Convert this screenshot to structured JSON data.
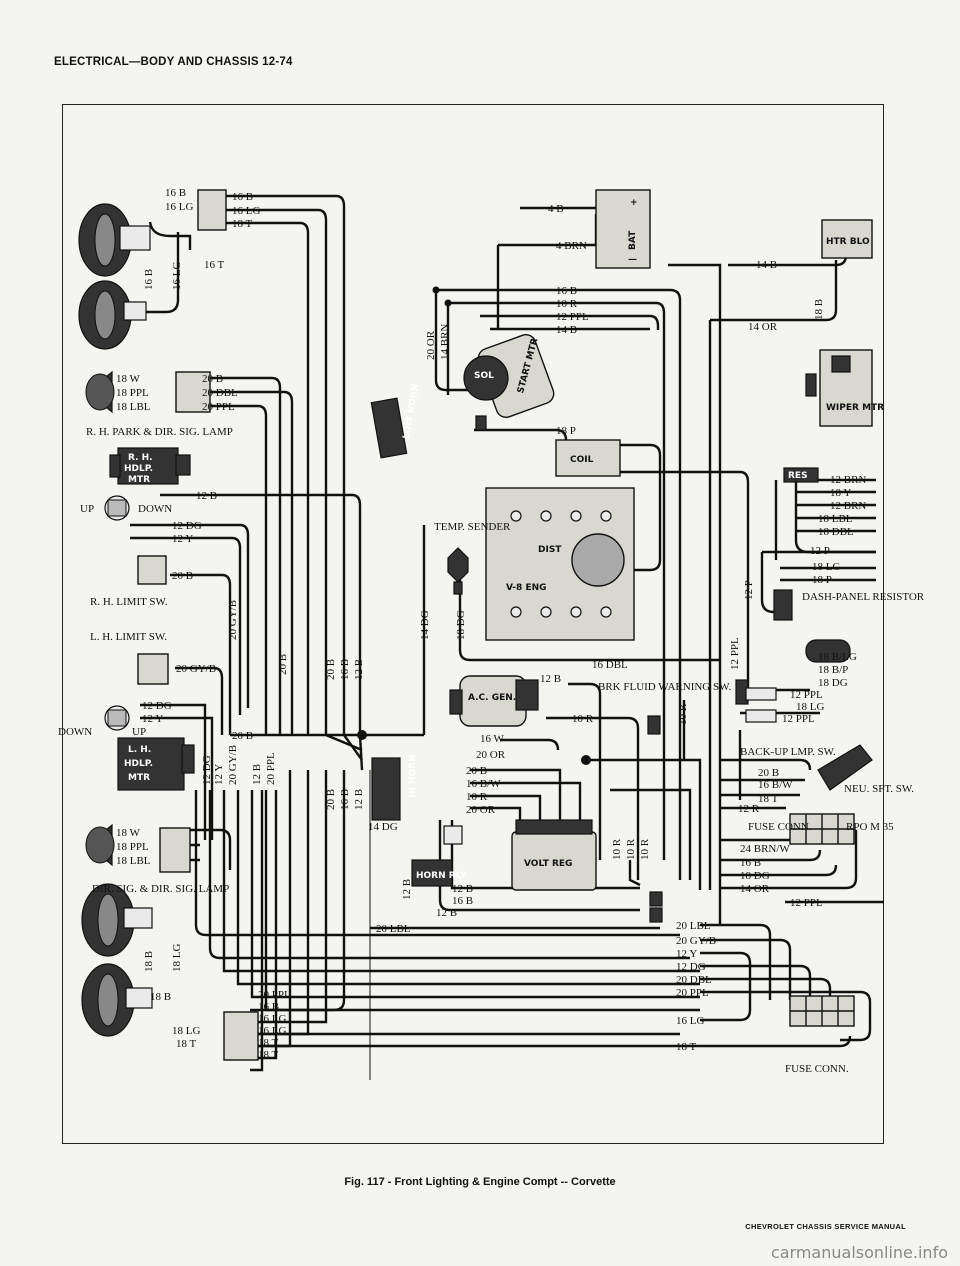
{
  "header": "ELECTRICAL—BODY AND CHASSIS 12-74",
  "caption": "Fig. 117 - Front Lighting & Engine Compt -- Corvette",
  "manual": "CHEVROLET CHASSIS SERVICE MANUAL",
  "watermark": "carmanualsonline.info",
  "components": {
    "rh_park_lamp": "R. H. PARK & DIR. SIG. LAMP",
    "rh_hdlp_mtr": "R. H. HDLP. MTR",
    "up": "UP",
    "down": "DOWN",
    "rh_limit_sw": "R. H. LIMIT SW.",
    "lh_limit_sw": "L. H. LIMIT SW.",
    "lh_hdlp_mtr": "L. H. HDLP. MTR",
    "lh_dir_lamp": "DIR. SIG. & DIR. SIG. LAMP",
    "bat": "BAT",
    "start_mtr": "START MTR",
    "sol": "SOL",
    "coil": "COIL",
    "dist": "DIST",
    "v8_eng": "V-8 ENG",
    "temp_sender": "TEMP. SENDER",
    "low_horn": "LOW HORN",
    "hi_horn": "HI HORN",
    "horn_rly": "HORN RLY",
    "ac_gen": "A.C. GEN.",
    "volt_reg": "VOLT REG",
    "brk_fluid": "BRK FLUID WARNING SW.",
    "htr_blo": "HTR BLO",
    "wiper_mtr": "WIPER MTR",
    "res": "RES",
    "dash_panel_resistor": "DASH-PANEL RESISTOR",
    "backup_lmp_sw": "BACK-UP LMP. SW.",
    "neu_sft_sw": "NEU. SFT. SW.",
    "rpo": "RPO M 35",
    "fuse_conn_top": "FUSE CONN.",
    "fuse_conn_bottom": "FUSE CONN."
  },
  "wire_labels": {
    "top_left": [
      "16 B",
      "16 LG",
      "16 B",
      "16 LG",
      "18 T",
      "16 T",
      "16 B",
      "16 LG"
    ],
    "park": [
      "18 W",
      "18 PPL",
      "18 LBL",
      "20 B",
      "20 DBL",
      "20 PPL"
    ],
    "hdlp": [
      "12 B",
      "12 DG",
      "12 Y"
    ],
    "limit": [
      "20 B",
      "20 GY/B",
      "20 GY/B"
    ],
    "lh_mtr": [
      "12 DG",
      "12 Y",
      "20 B",
      "12 DG",
      "12 Y",
      "20 GY/B",
      "12 B",
      "20 PPL"
    ],
    "vertical_mid": [
      "20 B",
      "20 B",
      "16 B",
      "12 B",
      "20 B",
      "16 B",
      "12 B"
    ],
    "lh_lamp": [
      "18 W",
      "18 PPL",
      "18 LBL",
      "18 B",
      "18 LG",
      "18 B",
      "18 LG",
      "18 T"
    ],
    "bottom_left": [
      "20 PPL",
      "16 B",
      "16 LG",
      "16 LG",
      "18 T",
      "18 T"
    ],
    "battery": [
      "4 B",
      "4 BRN",
      "16 B",
      "10 R",
      "12 PPL",
      "14 B",
      "20 OR",
      "14 BRN",
      "18 P"
    ],
    "engine": [
      "14 DG",
      "18 DG",
      "16 DBL",
      "12 B",
      "10 R",
      "16 W",
      "20 OR",
      "20 B",
      "16 B/W",
      "10 R",
      "20 OR",
      "14 DG"
    ],
    "horn": [
      "12 B",
      "12 B",
      "16 B",
      "20 LBL",
      "12 B"
    ],
    "regulator": [
      "10 R",
      "10 R",
      "10 R",
      "10 R"
    ],
    "right": [
      "14 B",
      "18 B",
      "14 OR",
      "12 BRN",
      "18 Y",
      "12 BRN",
      "18 LBL",
      "18 DBL",
      "12 P",
      "18 LG",
      "18 P",
      "12 P",
      "12 PPL",
      "18 B/LG",
      "18 B/P",
      "18 DG",
      "12 PPL",
      "18 LG",
      "12 PPL"
    ],
    "backup": [
      "20 B",
      "16 B/W",
      "18 T",
      "12 R",
      "24 BRN/W",
      "16 B",
      "18 DG",
      "14 OR",
      "12 PPL"
    ],
    "bottom_right": [
      "20 LBL",
      "20 GY/B",
      "12 Y",
      "12 DG",
      "20 DBL",
      "20 PPL",
      "16 LG",
      "18 T"
    ]
  }
}
